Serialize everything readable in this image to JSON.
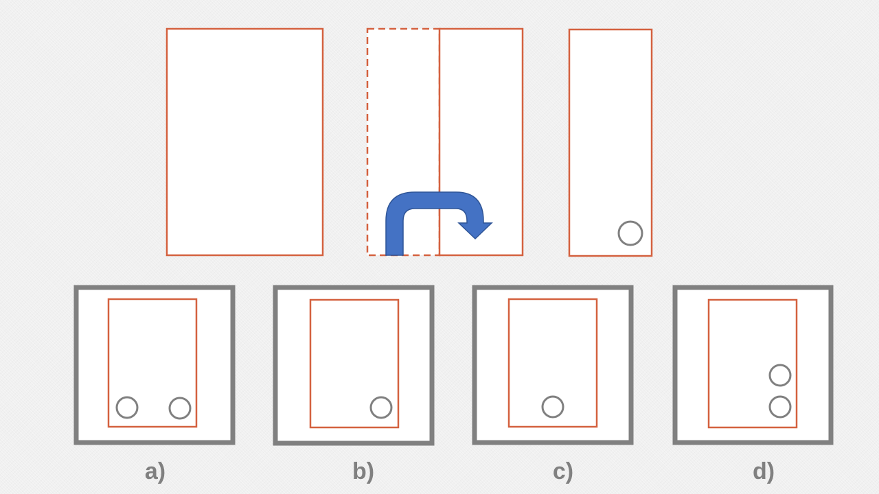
{
  "options": {
    "a": {
      "label": "a)"
    },
    "b": {
      "label": "b)"
    },
    "c": {
      "label": "c)"
    },
    "d": {
      "label": "d)"
    }
  },
  "colors": {
    "paper_outline": "#d4613f",
    "frame": "#808080",
    "hole": "#808080",
    "arrow_fill": "#4472c4",
    "background": "#f0f0f0"
  },
  "icons": {
    "fold_arrow": "curved-fold-arrow-icon",
    "hole": "punched-hole-icon"
  }
}
